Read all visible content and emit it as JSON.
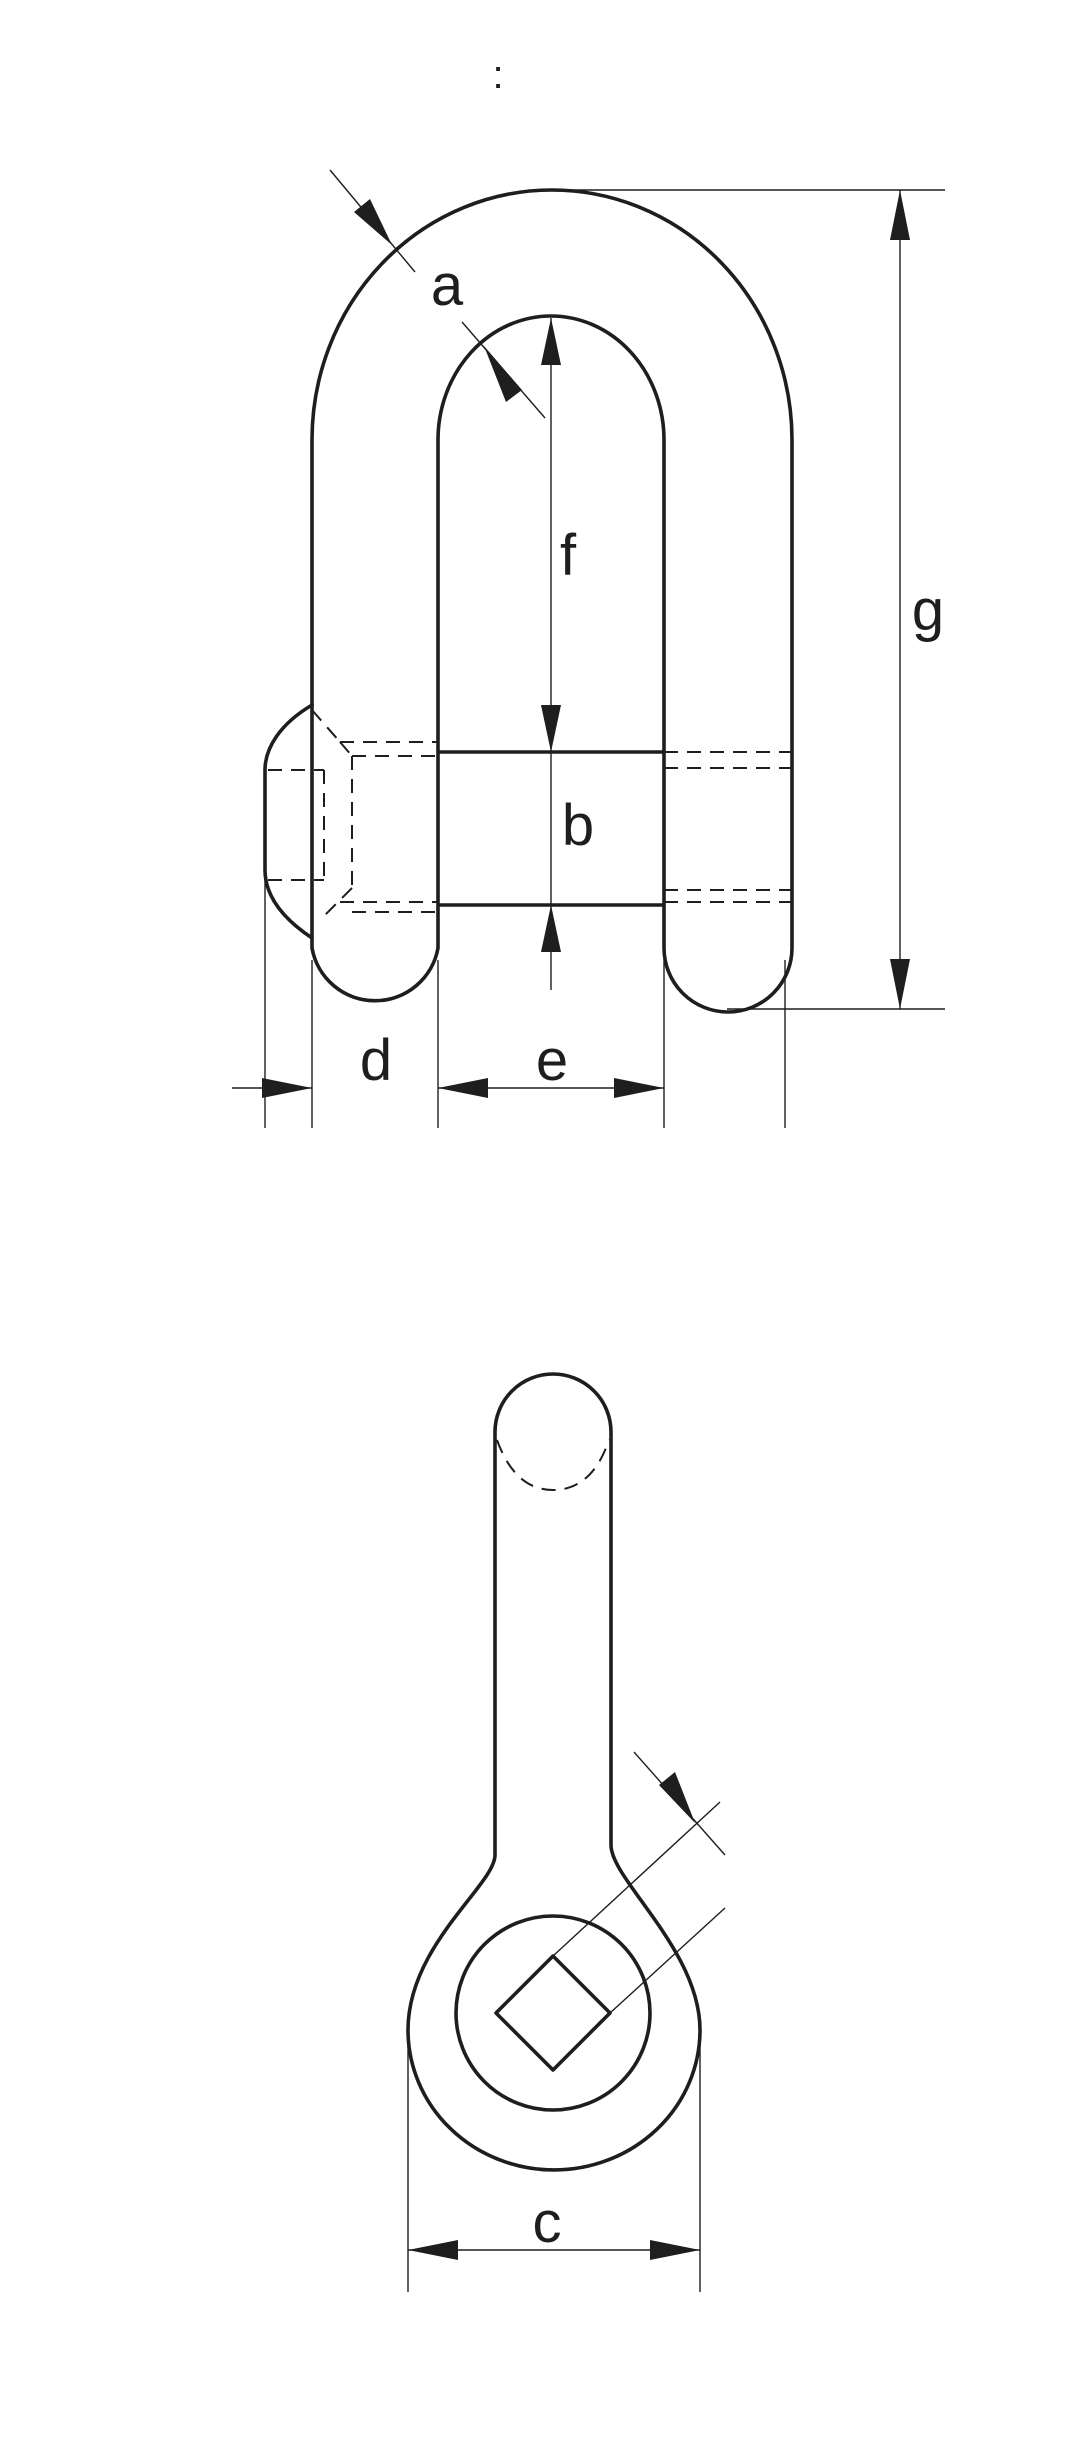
{
  "header": {
    "mark": ":"
  },
  "front_view": {
    "labels": {
      "a": "a",
      "b": "b",
      "d": "d",
      "e": "e",
      "f": "f",
      "g": "g"
    }
  },
  "side_view": {
    "labels": {
      "c": "c"
    }
  },
  "colors": {
    "line": "#1e1e1e",
    "background": "#ffffff"
  }
}
